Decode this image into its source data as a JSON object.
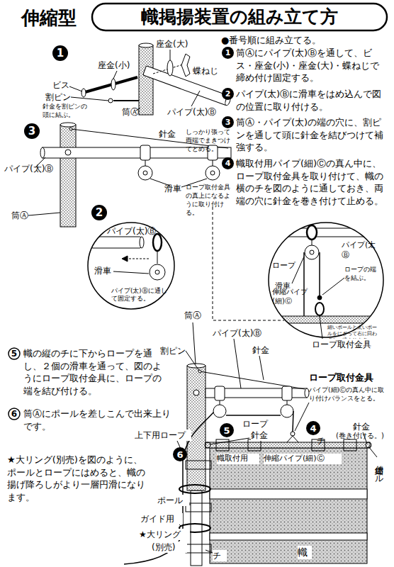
{
  "diagram": {
    "title": "幟掲揚装置の組み立て方",
    "nodes": [
      {
        "text": [
          "1"
        ]
      },
      {
        "text": [
          "1"
        ]
      },
      {
        "text": [
          "2"
        ]
      },
      {
        "text": [
          "3"
        ]
      },
      {
        "text": [
          "3"
        ]
      },
      {
        "text": [
          "4"
        ]
      },
      {
        "text": [
          "2"
        ]
      },
      {
        "text": [
          "パイプ(太)Ⓑ",
          "滑車",
          "パイプ(太)Ⓑに通して固定する。"
        ]
      },
      {
        "text": [
          "パイプ(太 Ⓑ",
          "ロープ",
          "ロープの端を結ぶ。",
          "滑車",
          "伸縮パイプ(細)Ⓒ",
          "細いポールと太いポールをにぎって右に回わすと、締まります。"
        ]
      },
      {
        "text": [
          "5"
        ]
      },
      {
        "text": [
          "6"
        ]
      },
      {
        "text": [
          "5"
        ]
      },
      {
        "text": [
          "4"
        ]
      },
      {
        "text": [
          "6"
        ]
      }
    ],
    "labels": [
      "伸縮型",
      "座金(小)",
      "座金(大)",
      "ビス",
      "割ピン",
      "針金を割ピンの頭に結ぶ。",
      "蝶ねじ",
      "筒Ⓐ",
      "パイプ(太)Ⓑ",
      "●番号順に組み立てる。",
      "筒Ⓐにパイプ(太)Ⓑを通して、ビス・座金(小)・座金(大)・蝶ねじで締め付け固定する。",
      "パイプ(太)Ⓑに滑車をはめ込んで図の位置に取り付ける。",
      "筒Ⓐ・パイプ(太)の端の穴に、割ピンを通して頭に針金を結びつけて補強する。",
      "針金",
      "しっかり張って両端でまきつけてとめる。",
      "パイプ(太)Ⓑ",
      "幟取付用パイプ(細)Ⓒの真ん中に、ロープ取付金具を取り付けて、幟の横のチを図のように通しておき、両端の穴に針金を巻き付けて止める。",
      "滑車",
      "筒Ⓐ",
      "ロープ取付金具の真上になるように取り付ける。",
      "ロープ取付金具",
      "幟の縦のチに下からロープを通し、２個の滑車を通って、図のようにロープ取付金具に、ロープの端を結び付ける。",
      "筒Ⓐ",
      "パイプ(太)Ⓑ",
      "割ピン",
      "針金",
      "ロープ取付金具",
      "パイプ(細)Ⓒの真ん中に取り付けバランスをとる。",
      "筒Ⓐにポールを差しこんで出来上りです。",
      "上下用ロープ",
      "ロープ",
      "針金",
      "針金",
      "(巻き付ける。)",
      "チ",
      "★大リング(別売)を図のように、ポールとロープにはめると、幟の揚げ降ろしがより一層円滑になります。",
      "幟取付用",
      "伸縮パイプ(細)Ⓒ",
      "伸縮ポール",
      "ポール",
      "ガイド用",
      "★大リング",
      "(別売)",
      "チ",
      "幟"
    ]
  }
}
